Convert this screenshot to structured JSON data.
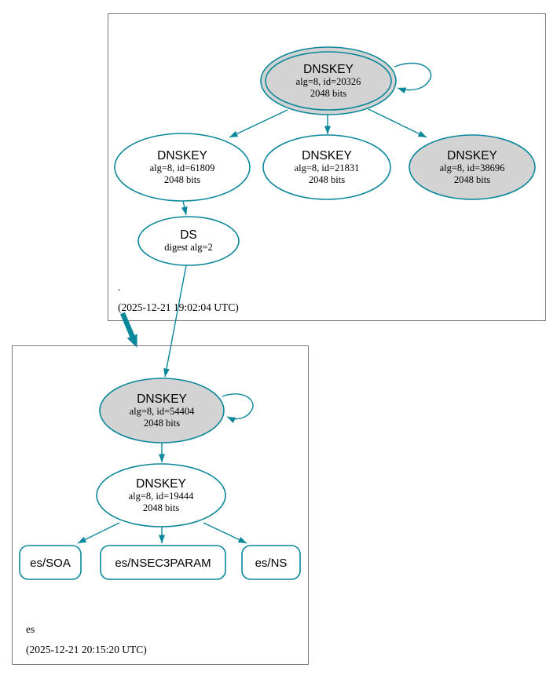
{
  "diagram": {
    "type": "dnssec-authentication-chain",
    "colors": {
      "secure_edge_and_node_border": "#0a879a",
      "ksk_fill_gray": "#d3d3d3",
      "node_fill_white": "#ffffff",
      "cluster_border": "#7a7a7a",
      "text": "#000000"
    }
  },
  "zones": {
    "root": {
      "label": ".",
      "timestamp": "(2025-12-21 19:02:04 UTC)",
      "nodes": {
        "ksk20326": {
          "title": "DNSKEY",
          "line2": "alg=8, id=20326",
          "line3": "2048 bits"
        },
        "zsk61809": {
          "title": "DNSKEY",
          "line2": "alg=8, id=61809",
          "line3": "2048 bits"
        },
        "key21831": {
          "title": "DNSKEY",
          "line2": "alg=8, id=21831",
          "line3": "2048 bits"
        },
        "key38696": {
          "title": "DNSKEY",
          "line2": "alg=8, id=38696",
          "line3": "2048 bits"
        },
        "ds": {
          "title": "DS",
          "line2": "digest alg=2"
        }
      }
    },
    "es": {
      "label": "es",
      "timestamp": "(2025-12-21 20:15:20 UTC)",
      "nodes": {
        "ksk54404": {
          "title": "DNSKEY",
          "line2": "alg=8, id=54404",
          "line3": "2048 bits"
        },
        "zsk19444": {
          "title": "DNSKEY",
          "line2": "alg=8, id=19444",
          "line3": "2048 bits"
        },
        "soa": {
          "label": "es/SOA"
        },
        "nsec3param": {
          "label": "es/NSEC3PARAM"
        },
        "ns": {
          "label": "es/NS"
        }
      }
    }
  }
}
